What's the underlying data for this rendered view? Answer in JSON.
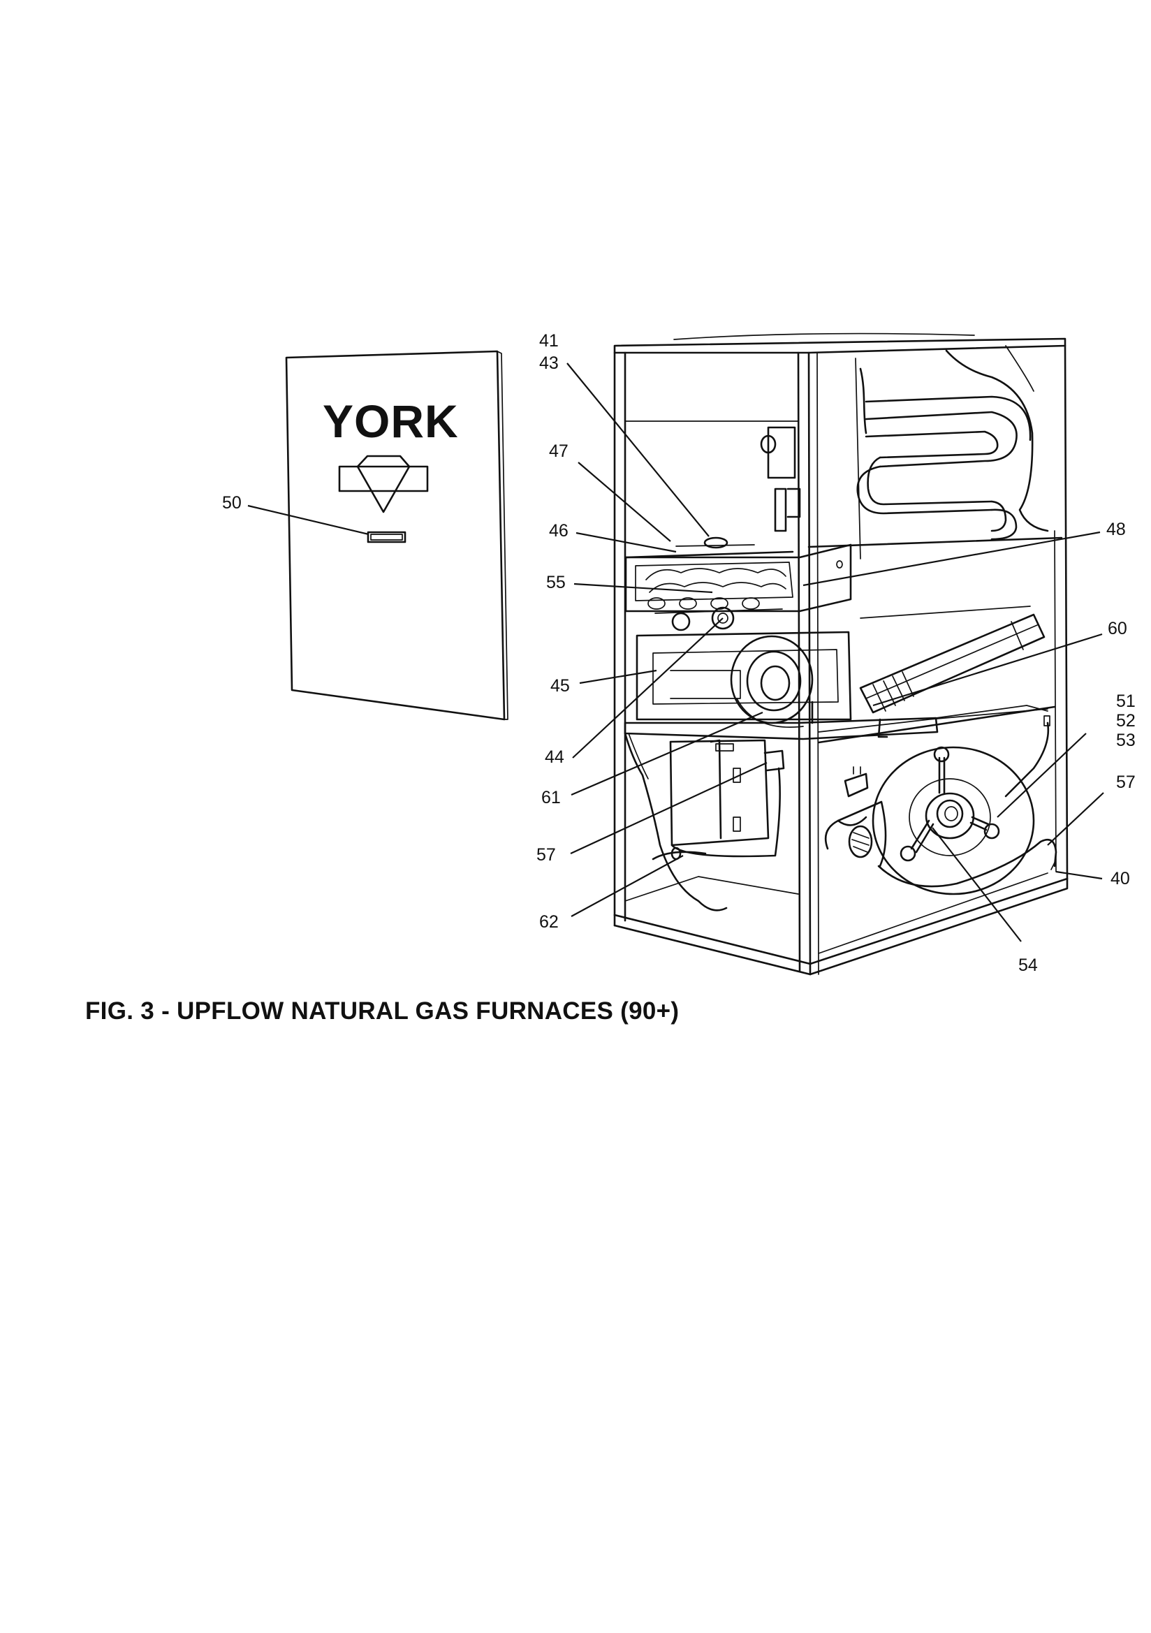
{
  "door_panel": {
    "brand": "YORK"
  },
  "callouts": [
    {
      "id": "c41",
      "label": "41"
    },
    {
      "id": "c43",
      "label": "43"
    },
    {
      "id": "c47",
      "label": "47"
    },
    {
      "id": "c46",
      "label": "46"
    },
    {
      "id": "c48",
      "label": "48"
    },
    {
      "id": "c50",
      "label": "50"
    },
    {
      "id": "c55",
      "label": "55"
    },
    {
      "id": "c60",
      "label": "60"
    },
    {
      "id": "c45",
      "label": "45"
    },
    {
      "id": "c51",
      "label": "51"
    },
    {
      "id": "c52",
      "label": "52"
    },
    {
      "id": "c53",
      "label": "53"
    },
    {
      "id": "c44",
      "label": "44"
    },
    {
      "id": "c61",
      "label": "61"
    },
    {
      "id": "c57a",
      "label": "57"
    },
    {
      "id": "c57b",
      "label": "57"
    },
    {
      "id": "c40",
      "label": "40"
    },
    {
      "id": "c62",
      "label": "62"
    },
    {
      "id": "c54",
      "label": "54"
    }
  ],
  "caption": "FIG. 3 - UPFLOW NATURAL GAS FURNACES (90+)"
}
